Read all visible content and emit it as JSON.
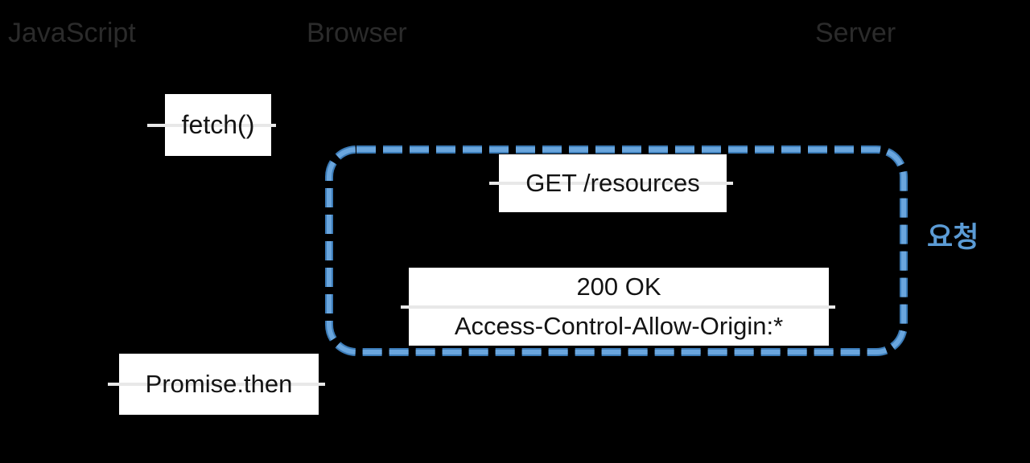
{
  "diagram": {
    "background_color": "#000000",
    "accent_color": "#5B9BD5",
    "lane_label_color": "#2b2b2b",
    "box_fill_color": "#ffffff",
    "box_text_color": "#131313",
    "lifeline_color": "#e8e8e8"
  },
  "lanes": [
    {
      "id": "javascript",
      "label": "JavaScript"
    },
    {
      "id": "browser",
      "label": "Browser"
    },
    {
      "id": "server",
      "label": "Server"
    }
  ],
  "messages": {
    "fetch": {
      "label": "fetch()"
    },
    "request": {
      "label": "GET /resources"
    },
    "response": {
      "status_line": "200 OK",
      "header_line": "Access-Control-Allow-Origin:*"
    },
    "promise": {
      "label": "Promise.then"
    }
  },
  "annotations": {
    "request_group": {
      "label": "요청",
      "color": "#5B9BD5"
    }
  }
}
